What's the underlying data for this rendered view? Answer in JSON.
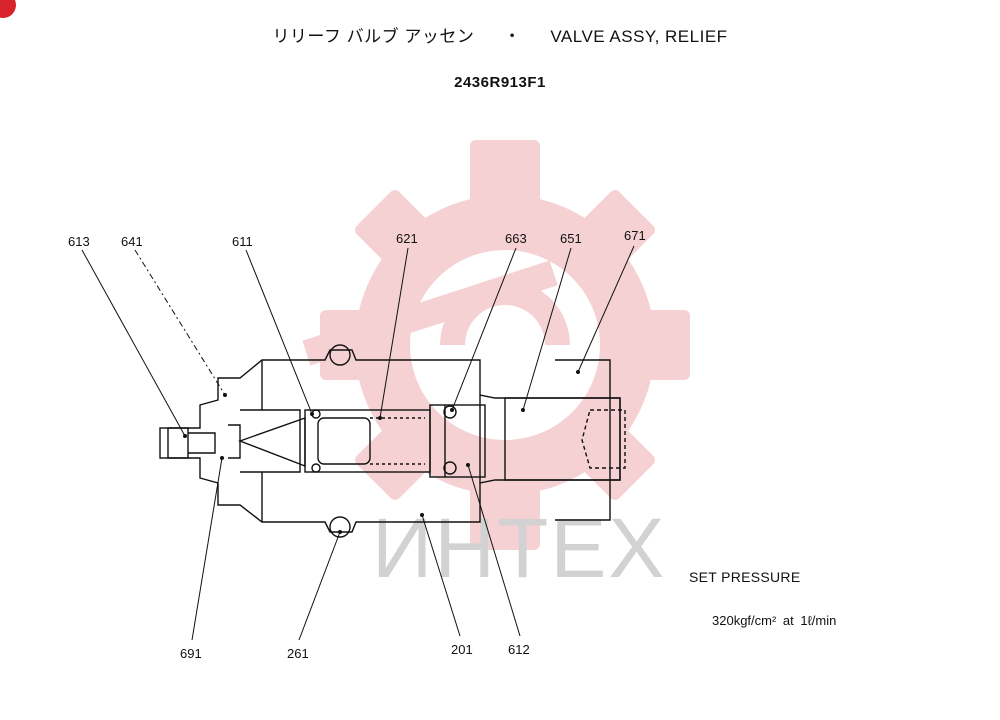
{
  "title": {
    "japanese": "リリーフ バルブ アッセン",
    "separator": "・",
    "english": "VALVE ASSY, RELIEF"
  },
  "part_number": "2436R913F1",
  "watermark": {
    "text": "ИНТЕХ",
    "color": "#f4c9cc",
    "text_color": "#d2d2d2"
  },
  "callouts": [
    {
      "id": "613",
      "label": "613"
    },
    {
      "id": "641",
      "label": "641"
    },
    {
      "id": "611",
      "label": "611"
    },
    {
      "id": "621",
      "label": "621"
    },
    {
      "id": "663",
      "label": "663"
    },
    {
      "id": "651",
      "label": "651"
    },
    {
      "id": "671",
      "label": "671"
    },
    {
      "id": "691",
      "label": "691"
    },
    {
      "id": "261",
      "label": "261"
    },
    {
      "id": "201",
      "label": "201"
    },
    {
      "id": "612",
      "label": "612"
    }
  ],
  "set_pressure": {
    "label": "SET PRESSURE",
    "value": "320kgf/cm² at 1ℓ/min"
  },
  "colors": {
    "line": "#111111",
    "badge": "#d9232a"
  }
}
